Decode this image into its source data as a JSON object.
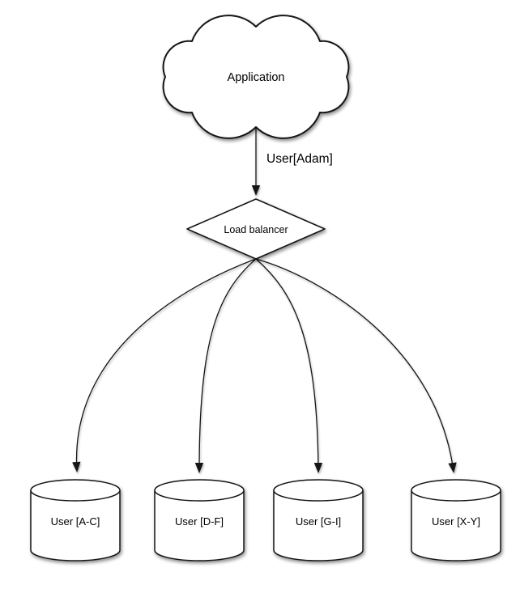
{
  "diagram": {
    "background": "#ffffff",
    "stroke_color": "#141414",
    "text_color": "#000000",
    "nodes": {
      "application": {
        "label": "Application"
      },
      "load_balancer": {
        "label": "Load balancer"
      }
    },
    "edge": {
      "label": "User[Adam]"
    },
    "shards": [
      {
        "label": "User [A-C]"
      },
      {
        "label": "User [D-F]"
      },
      {
        "label": "User [G-I]"
      },
      {
        "label": "User [X-Y]"
      }
    ]
  }
}
